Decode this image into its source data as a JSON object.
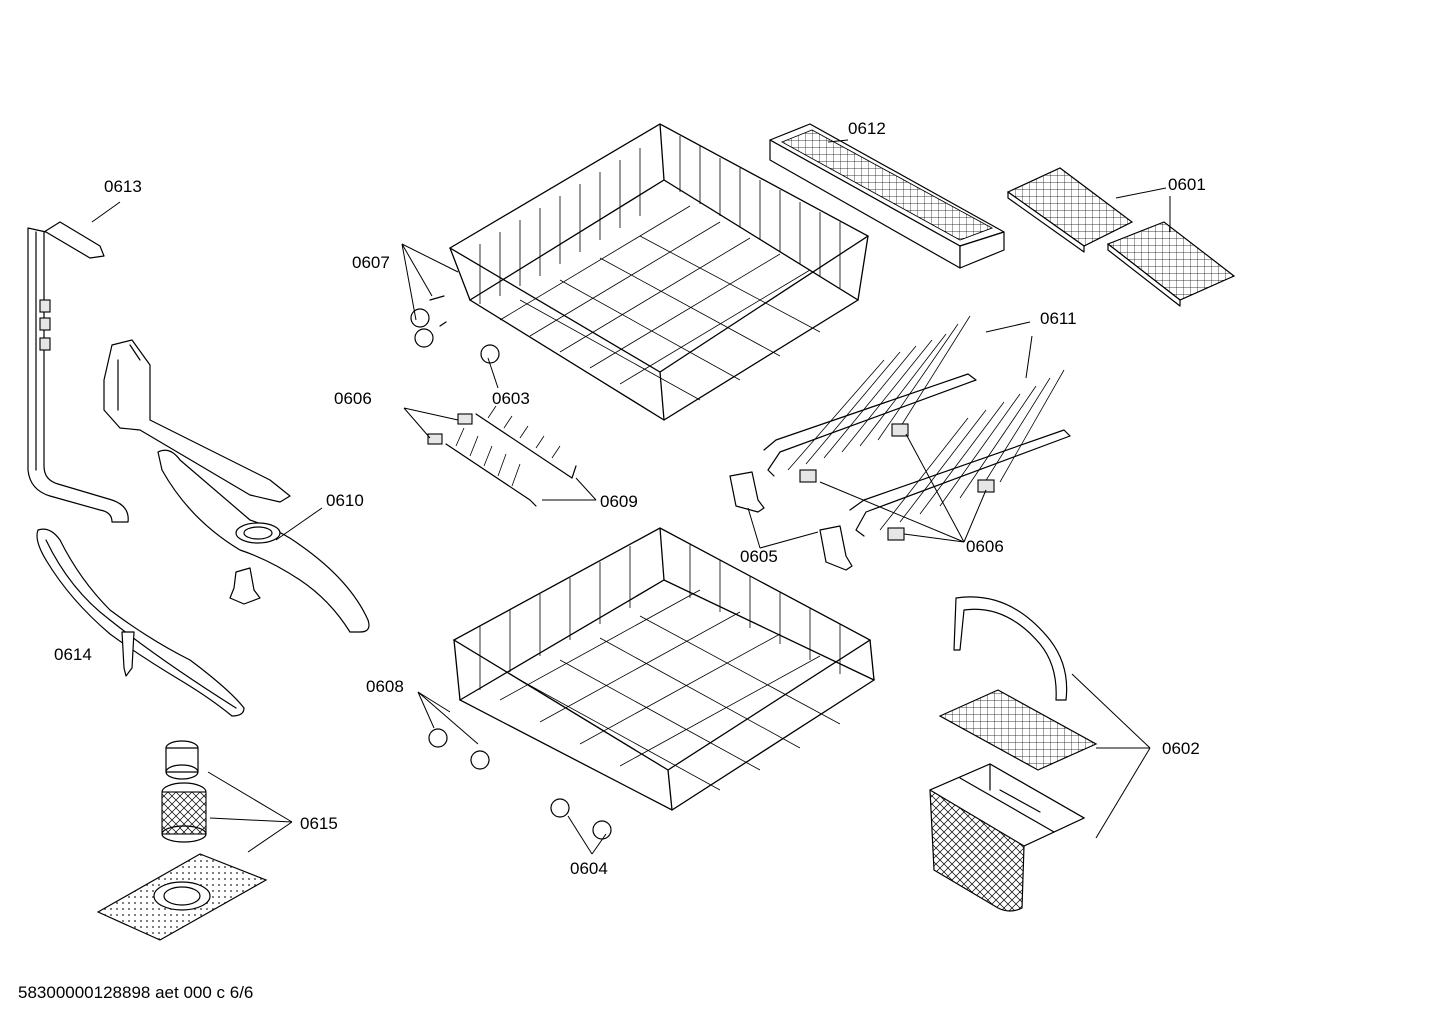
{
  "diagram": {
    "labels": {
      "p0601": "0601",
      "p0602": "0602",
      "p0603": "0603",
      "p0604": "0604",
      "p0605": "0605",
      "p0606a": "0606",
      "p0606b": "0606",
      "p0607": "0607",
      "p0608": "0608",
      "p0609": "0609",
      "p0610": "0610",
      "p0611": "0611",
      "p0612": "0612",
      "p0613": "0613",
      "p0614": "0614",
      "p0615": "0615"
    },
    "footer": "58300000128898 aet 000 c 6/6"
  }
}
